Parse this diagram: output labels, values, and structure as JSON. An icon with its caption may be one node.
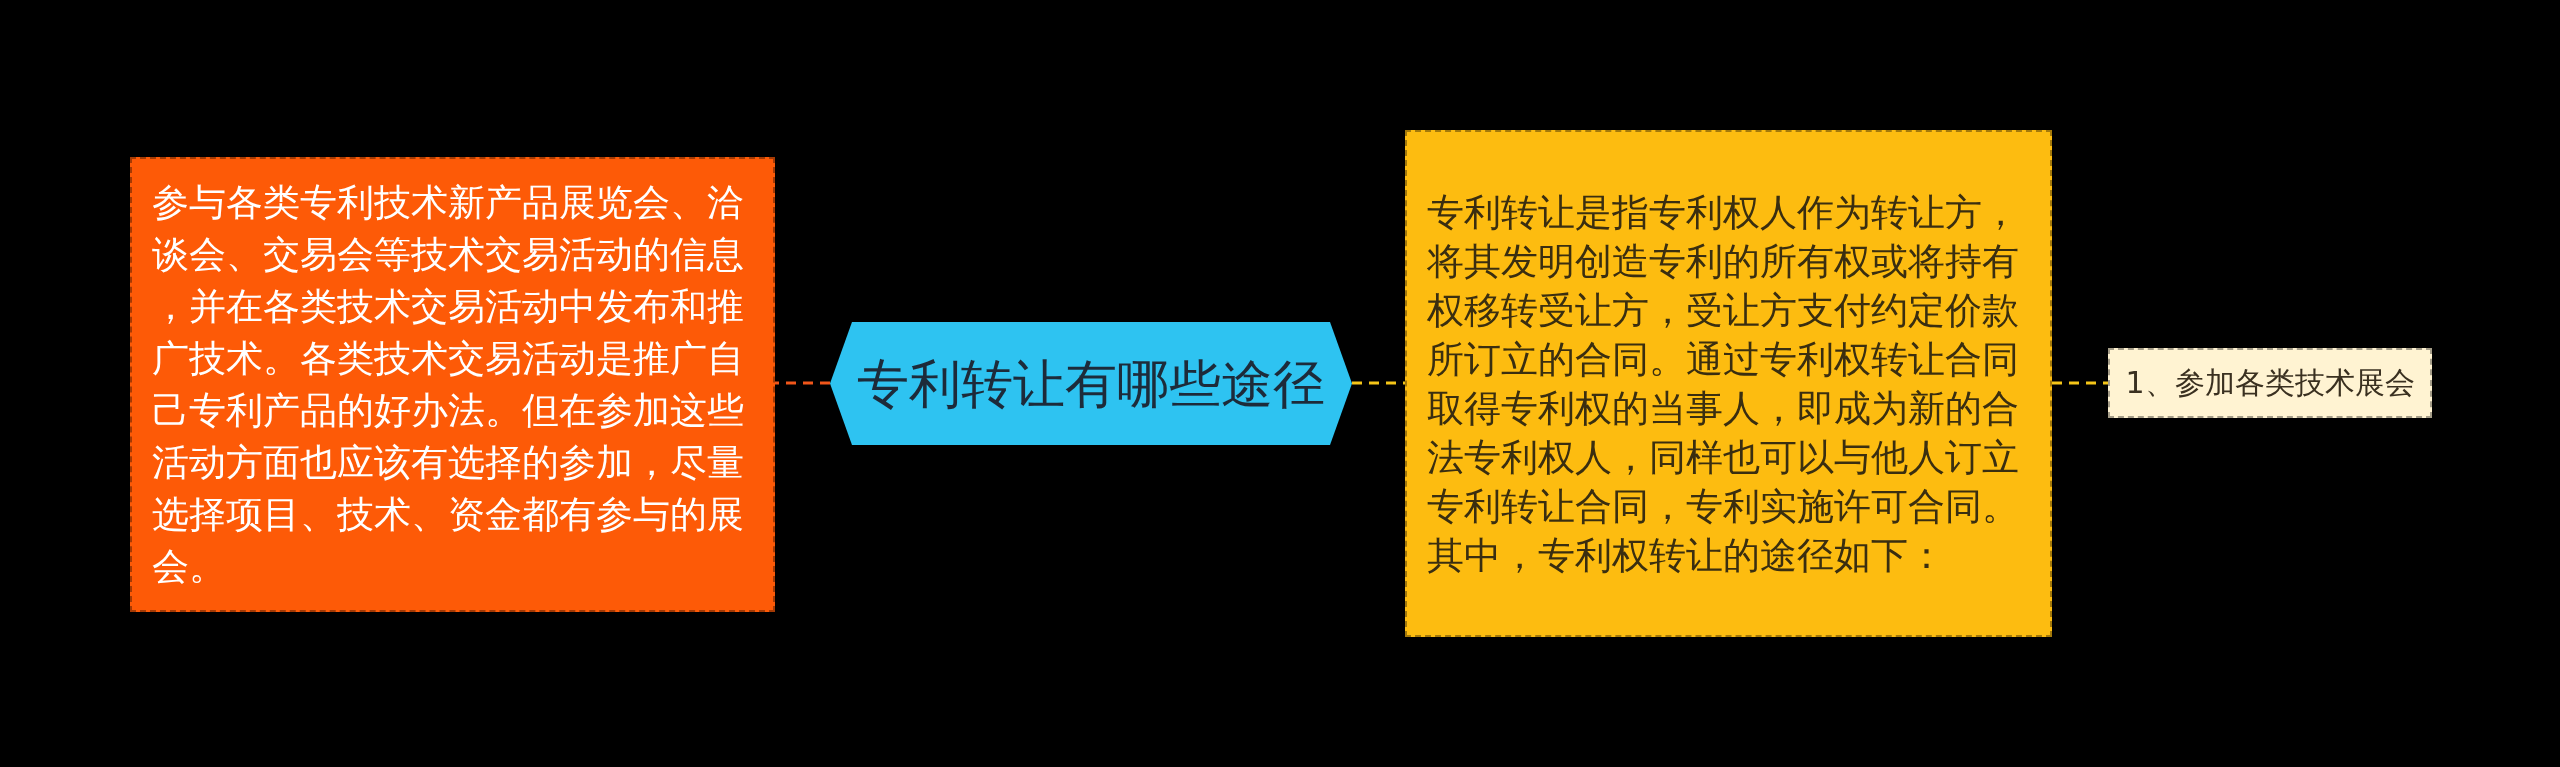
{
  "diagram": {
    "nodes": [
      {
        "text": [
          "参与各类专利技术新产品展览会、洽谈会、交易会等技术交易活动的信息，并在各类技术交易活动中发布和推广技术。各类技术交易活动是推广自己专利产品的好办法。但在参加这些活动方面也应该有选择的参加，尽量选择项目、技术、资金都有参与的展会。"
        ]
      },
      {
        "text": [
          "专利转让有哪些途径"
        ]
      },
      {
        "text": [
          "专利转让是指专利权人作为转让方，将其发明创造专利的所有权或将持有权移转受让方，受让方支付约定价款所订立的合同。通过专利权转让合同取得专利权的当事人，即成为新的合法专利权人，同样也可以与他人订立专利转让合同，专利实施许可合同。其中，专利权转让的途径如下："
        ]
      },
      {
        "text": [
          "1、参加各类技术展会"
        ]
      }
    ],
    "edges": [
      {
        "from": 1,
        "to": 0,
        "arrow": "none",
        "style": "dashed",
        "color": "#f0561a"
      },
      {
        "from": 1,
        "to": 2,
        "arrow": "none",
        "style": "dashed"
      },
      {
        "from": 2,
        "to": 3,
        "arrow": "none",
        "style": "dashed"
      }
    ]
  }
}
